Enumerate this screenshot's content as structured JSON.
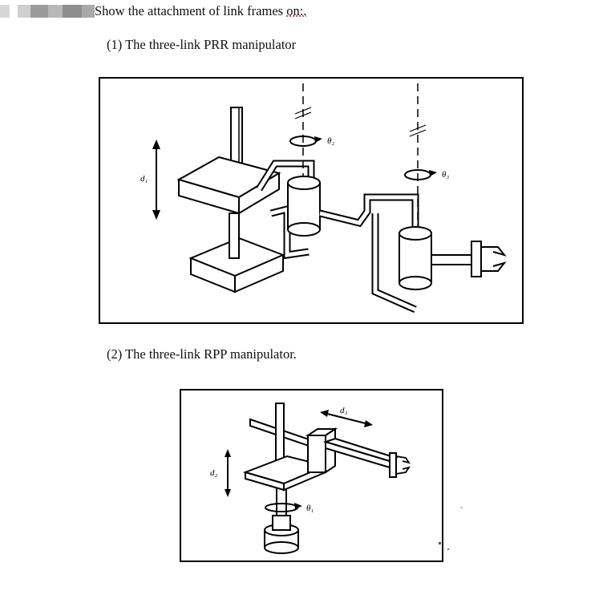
{
  "document": {
    "question_text": "Show the attachment of link frames ",
    "question_suffix": "on:.",
    "part1_label": "(1)  The three-link PRR manipulator",
    "part2_label": "(2)  The three-link RPP manipulator."
  },
  "figure1": {
    "labels": {
      "d1": "d₁",
      "theta2": "θ₂",
      "theta3": "θ₃"
    }
  },
  "figure2": {
    "labels": {
      "d2": "d₂",
      "d3": "d₃",
      "theta1": "θ₁"
    }
  },
  "icons": {
    "rotation": "rotation-arrow-icon",
    "translation": "double-arrow-icon",
    "gripper": "gripper-icon"
  }
}
